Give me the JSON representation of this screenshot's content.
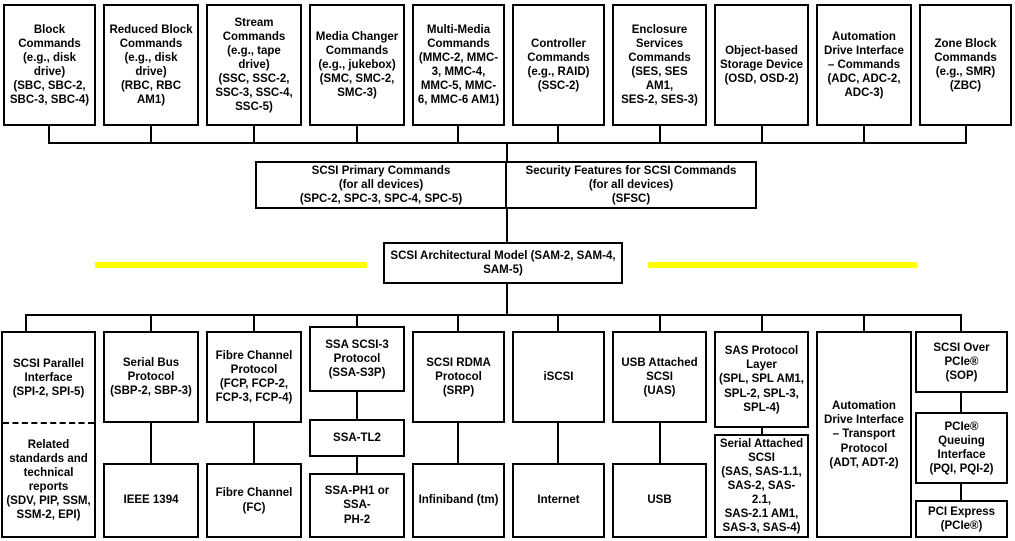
{
  "diagram": {
    "title": "SCSI Architecture Standards Map",
    "highlight_color": "#ffff00",
    "line_color": "#000000",
    "box_fill": "#ffffff"
  },
  "command_sets": [
    {
      "name": "block-commands",
      "text": "Block\nCommands\n(e.g., disk drive)\n(SBC, SBC-2,\nSBC-3, SBC-4)"
    },
    {
      "name": "reduced-block-commands",
      "text": "Reduced Block\nCommands\n(e.g., disk drive)\n(RBC, RBC AM1)"
    },
    {
      "name": "stream-commands",
      "text": "Stream\nCommands\n(e.g., tape\ndrive)\n(SSC,  SSC-2,\nSSC-3, SSC-4,\nSSC-5)"
    },
    {
      "name": "media-changer-commands",
      "text": "Media Changer\nCommands\n(e.g., jukebox)\n(SMC, SMC-2,\nSMC-3)"
    },
    {
      "name": "multi-media-commands",
      "text": "Multi-Media\nCommands\n(MMC-2, MMC-\n3, MMC-4,\nMMC-5, MMC-\n6, MMC-6 AM1)"
    },
    {
      "name": "controller-commands",
      "text": "Controller\nCommands\n(e.g., RAID)\n(SSC-2)"
    },
    {
      "name": "enclosure-services-commands",
      "text": "Enclosure\nServices\nCommands\n(SES, SES AM1,\nSES-2, SES-3)"
    },
    {
      "name": "object-based-storage-device",
      "text": "Object-based\nStorage Device\n(OSD, OSD-2)"
    },
    {
      "name": "automation-drive-interface-commands",
      "text": "Automation\nDrive Interface\n– Commands\n(ADC, ADC-2,\nADC-3)"
    },
    {
      "name": "zone-block-commands",
      "text": "Zone Block\nCommands\n(e.g., SMR)\n(ZBC)"
    }
  ],
  "shared_command_sets": [
    {
      "name": "scsi-primary-commands",
      "text": "SCSI Primary Commands\n(for all devices)\n(SPC-2, SPC-3, SPC-4, SPC-5)"
    },
    {
      "name": "security-features-for-scsi-commands",
      "text": "Security Features for SCSI Commands\n(for all devices)\n(SFSC)"
    }
  ],
  "architectural_model": {
    "name": "scsi-architectural-model",
    "text": "SCSI Architectural Model (SAM-2, SAM-4,\nSAM-5)"
  },
  "transport_columns": [
    {
      "name": "scsi-parallel-interface",
      "top_text": "SCSI Parallel\nInterface\n(SPI-2, SPI-5)",
      "bottom_text": "Related\nstandards and\ntechnical\nreports\n(SDV, PIP, SSM,\nSSM-2, EPI)"
    },
    {
      "name": "serial-bus-protocol",
      "protocol_text": "Serial Bus\nProtocol\n(SBP-2, SBP-3)",
      "physical_text": "IEEE 1394"
    },
    {
      "name": "fibre-channel-protocol",
      "protocol_text": "Fibre Channel\nProtocol\n(FCP, FCP-2,\nFCP-3, FCP-4)",
      "physical_text": "Fibre Channel\n(FC)"
    },
    {
      "name": "ssa-scsi-3-protocol",
      "protocol_text": "SSA SCSI-3\nProtocol\n(SSA-S3P)",
      "middle_text": "SSA-TL2",
      "physical_text": "SSA-PH1 or SSA-\nPH-2"
    },
    {
      "name": "scsi-rdma-protocol",
      "protocol_text": "SCSI RDMA\nProtocol\n(SRP)",
      "physical_text": "Infiniband (tm)"
    },
    {
      "name": "iscsi",
      "protocol_text": "iSCSI",
      "physical_text": "Internet"
    },
    {
      "name": "usb-attached-scsi",
      "protocol_text": "USB Attached\nSCSI\n(UAS)",
      "physical_text": "USB"
    },
    {
      "name": "sas-protocol-layer",
      "protocol_text": "SAS Protocol\nLayer\n(SPL, SPL AM1,\nSPL-2, SPL-3,\nSPL-4)",
      "physical_text": "Serial Attached\nSCSI\n(SAS, SAS-1.1,\nSAS-2, SAS-2.1,\nSAS-2.1 AM1,\nSAS-3, SAS-4)"
    },
    {
      "name": "automation-drive-interface-transport-protocol",
      "protocol_text": "Automation\nDrive Interface\n– Transport\nProtocol\n(ADT, ADT-2)"
    },
    {
      "name": "scsi-over-pcie",
      "protocol_text": "SCSI Over PCIe®\n(SOP)",
      "middle_text": "PCIe® Queuing\nInterface\n(PQI, PQI-2)",
      "physical_text": "PCI Express\n(PCIe®)"
    }
  ]
}
